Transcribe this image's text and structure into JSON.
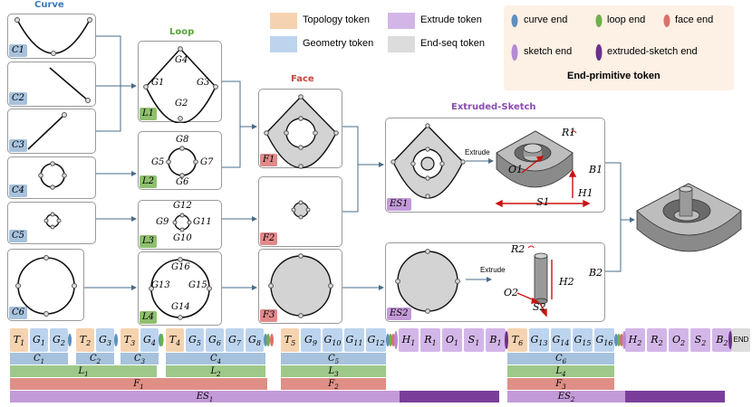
{
  "sections": {
    "curve": "Curve",
    "loop": "Loop",
    "face": "Face",
    "extruded_sketch": "Extruded-Sketch"
  },
  "legend": {
    "topology": "Topology token",
    "geometry": "Geometry token",
    "extrude": "Extrude token",
    "endseq": "End-seq token",
    "curve_end": "curve end",
    "loop_end": "loop end",
    "face_end": "face end",
    "sketch_end": "sketch end",
    "extruded_sketch_end": "extruded-sketch end",
    "end_primitive": "End-primitive token"
  },
  "curves": [
    "C1",
    "C2",
    "C3",
    "C4",
    "C5",
    "C6"
  ],
  "loops": [
    "L1",
    "L2",
    "L3",
    "L4"
  ],
  "faces": [
    "F1",
    "F2",
    "F3"
  ],
  "sketches": [
    "ES1",
    "ES2"
  ],
  "loop_labels": {
    "l1": [
      "G4",
      "G1",
      "G3",
      "G2"
    ],
    "l2": [
      "G8",
      "G5",
      "G7",
      "G6"
    ],
    "l3": [
      "G12",
      "G9",
      "G11",
      "G10"
    ],
    "l4": [
      "G16",
      "G13",
      "G15",
      "G14"
    ]
  },
  "extrude": {
    "label1": "Extrude",
    "label2": "Extrude",
    "p1": [
      "R1",
      "O1",
      "B1",
      "H1",
      "S1"
    ],
    "p2": [
      "R2",
      "H2",
      "O2",
      "S2",
      "B2"
    ]
  },
  "sequence": {
    "group1": [
      "T1",
      "G1",
      "G2",
      "T2",
      "G3",
      "T3",
      "G4",
      "T4",
      "G5",
      "G6",
      "G7",
      "G8",
      "T5",
      "G9",
      "G10",
      "G11",
      "G12",
      "H1",
      "R1",
      "O1",
      "S1",
      "B1"
    ],
    "group2": [
      "T6",
      "G13",
      "G14",
      "G15",
      "G16",
      "H2",
      "R2",
      "O2",
      "S2",
      "B2"
    ],
    "end": "END"
  },
  "bars": {
    "curves": [
      "C1",
      "C2",
      "C3",
      "C4",
      "C5",
      "C6"
    ],
    "loops": [
      "L1",
      "L2",
      "L3",
      "L4"
    ],
    "faces": [
      "F1",
      "F2",
      "F3"
    ],
    "sketches": [
      "ES1",
      "ES2"
    ]
  },
  "colors": {
    "topology": "#f5d3b0",
    "geometry": "#bcd4ee",
    "extrude": "#d3b6e8",
    "endseq": "#dcdcdc",
    "curve_end": "#5d8fbf",
    "loop_end": "#6fb04a",
    "face_end": "#d9726a",
    "sketch_end": "#b58ad3",
    "es_end": "#6b2f8c"
  }
}
